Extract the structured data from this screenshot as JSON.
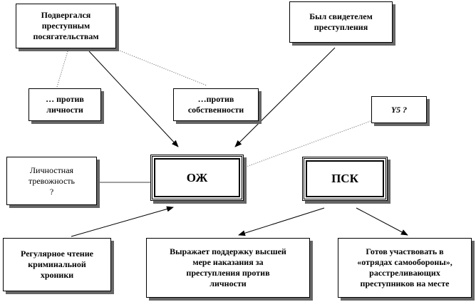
{
  "nodes": {
    "victim": "Подвергался\nпреступным\nпосягательствам",
    "witness": "Был свидетелем\nпреступления",
    "vs_person": "… против\nличности",
    "vs_property": "…против\nсобственности",
    "y5": "Y5 ?",
    "anxiety": "Личностная\nтревожность\n?",
    "oj": "ОЖ",
    "psk": "ПСК",
    "crime_news": "Регулярное чтение\nкриминальной\nхроники",
    "death_penalty": "Выражает поддержку высшей\nмере наказания за\nпреступления против\nличности",
    "self_defense": "Готов участвовать в\n«отрядах самообороны»,\nрасстреливающих\nпреступников на месте"
  },
  "colors": {
    "line": "#000000",
    "shadow": "#666666",
    "dotted": "#555555"
  }
}
